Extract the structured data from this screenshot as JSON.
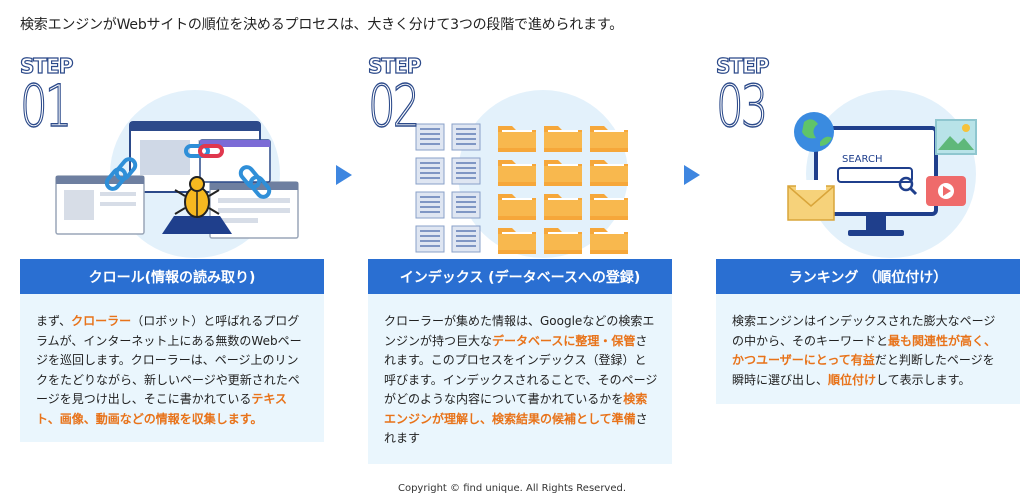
{
  "intro": "検索エンジンがWebサイトの順位を決めるプロセスは、大きく分けて3つの段階で進められます。",
  "step_word": "STEP",
  "steps": [
    {
      "num": "01",
      "title": "クロール(情報の読み取り)",
      "desc": [
        {
          "t": "まず、"
        },
        {
          "t": "クローラー",
          "h": true
        },
        {
          "t": "（ロボット）と呼ばれるプログラムが、インターネット上にある無数のWebページを巡回します。クローラーは、ページ上のリンクをたどりながら、新しいページや更新されたページを見つけ出し、そこに書かれている"
        },
        {
          "t": "テキスト、画像、動画などの情報を収集します。",
          "h": true
        }
      ]
    },
    {
      "num": "02",
      "title": "インデックス (データベースへの登録)",
      "desc": [
        {
          "t": "クローラーが集めた情報は、Googleなどの検索エンジンが持つ巨大な"
        },
        {
          "t": "データベースに整理・保管",
          "h": true
        },
        {
          "t": "されます。このプロセスをインデックス（登録）と呼びます。インデックスされることで、そのページがどのような内容について書かれているかを"
        },
        {
          "t": "検索エンジンが理解し、検索結果の候補として準備",
          "h": true
        },
        {
          "t": "されます"
        }
      ]
    },
    {
      "num": "03",
      "title": "ランキング （順位付け）",
      "desc": [
        {
          "t": "検索エンジンはインデックスされた膨大なページの中から、そのキーワードと"
        },
        {
          "t": "最も関連性が高く、かつユーザーにとって有益",
          "h": true
        },
        {
          "t": "だと判断したページを瞬時に選び出し、"
        },
        {
          "t": "順位付け",
          "h": true
        },
        {
          "t": "して表示します。"
        }
      ]
    }
  ],
  "search_label": "SEARCH",
  "copyright": "Copyright © find unique. All Rights Reserved.",
  "colors": {
    "accent": "#2a6fd2",
    "highlight": "#e8731a",
    "panel": "#eaf6fd",
    "folder": "#f6a73a"
  }
}
